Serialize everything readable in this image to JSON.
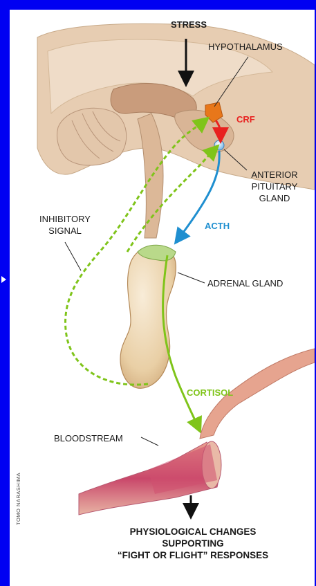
{
  "labels": {
    "stress": "STRESS",
    "hypothalamus": "HYPOTHALAMUS",
    "crf": "CRF",
    "anterior_pituitary": [
      "ANTERIOR",
      "PITUITARY",
      "GLAND"
    ],
    "inhibitory_signal": [
      "INHIBITORY",
      "SIGNAL"
    ],
    "acth": "ACTH",
    "adrenal_gland": "ADRENAL GLAND",
    "cortisol": "CORTISOL",
    "bloodstream": "BLOODSTREAM",
    "physiological_changes": [
      "PHYSIOLOGICAL CHANGES",
      "SUPPORTING",
      "“FIGHT OR FLIGHT” RESPONSES"
    ]
  },
  "credit": "TOMO NARASHIMA",
  "colors": {
    "background": "#0000f2",
    "crf": "#e8211f",
    "acth": "#1f8fd0",
    "cortisol": "#7fc41a",
    "inhibitory": "#7fc41a",
    "stress_arrow": "#111111"
  }
}
